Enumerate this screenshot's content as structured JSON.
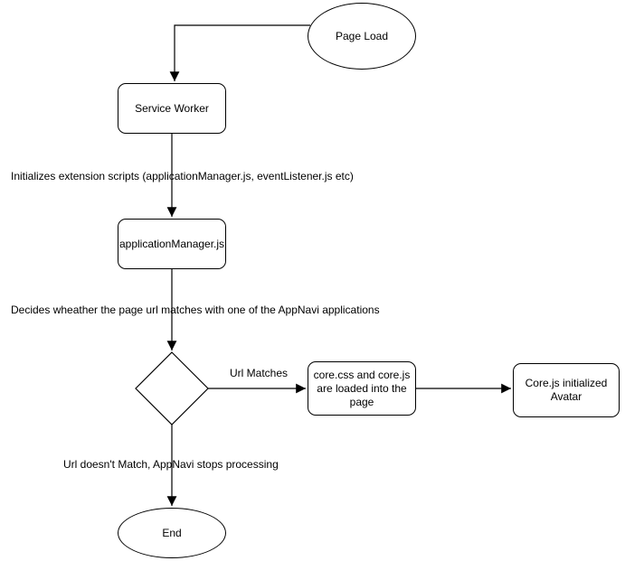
{
  "diagram": {
    "nodes": {
      "page_load": {
        "label": "Page Load",
        "shape": "ellipse"
      },
      "service_worker": {
        "label": "Service Worker",
        "shape": "rounded-rect"
      },
      "app_manager": {
        "label": "applicationManager.js",
        "shape": "rounded-rect"
      },
      "decision": {
        "label": "",
        "shape": "diamond"
      },
      "core_loaded": {
        "label": "core.css and core.js are loaded into the page",
        "shape": "rounded-rect"
      },
      "core_initialized": {
        "label": "Core.js initialized Avatar",
        "shape": "rounded-rect"
      },
      "end": {
        "label": "End",
        "shape": "ellipse"
      }
    },
    "annotations": {
      "initializes": "Initializes extension scripts (applicationManager.js, eventListener.js etc)",
      "decides": "Decides wheather the page url matches with one of the AppNavi applications",
      "url_matches": "Url Matches",
      "url_no_match": "Url doesn't Match, AppNavi stops processing"
    },
    "colors": {
      "stroke": "#000000",
      "fill": "#ffffff",
      "text": "#000000",
      "background": "#ffffff"
    }
  }
}
